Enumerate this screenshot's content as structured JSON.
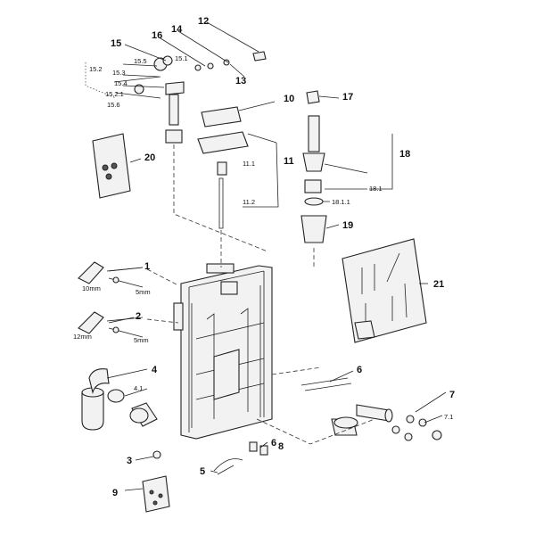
{
  "labels": {
    "p1": "1",
    "p2": "2",
    "p3": "3",
    "p4": "4",
    "p4_1": "4.1",
    "p5": "5",
    "p6": "6",
    "p6b": "6",
    "p7": "7",
    "p7_1": "7.1",
    "p8": "8",
    "p9": "9",
    "p10": "10",
    "p11": "11",
    "p11_1": "11.1",
    "p11_2": "11.2",
    "p12": "12",
    "p13": "13",
    "p14": "14",
    "p15": "15",
    "p15_1": "15.1",
    "p15_2": "15.2",
    "p15_2_1": "15.2.1",
    "p15_3": "15.3",
    "p15_4": "15.4",
    "p15_5": "15.5",
    "p15_6": "15.6",
    "p16": "16",
    "p17": "17",
    "p18": "18",
    "p18_1": "18.1",
    "p18_1_1": "18.1.1",
    "p19": "19",
    "p20": "20",
    "p21": "21"
  },
  "dimensions": {
    "d1a": "10mm",
    "d1b": "5mm",
    "d2a": "12mm",
    "d2b": "5mm"
  }
}
